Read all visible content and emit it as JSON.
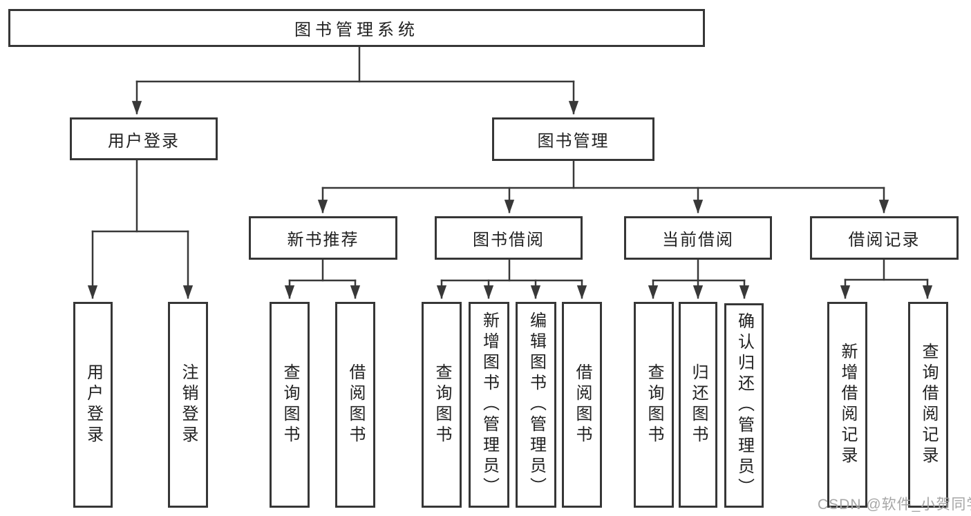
{
  "diagram_title": "图书管理系统",
  "tree": {
    "root": "图书管理系统",
    "children": [
      {
        "label": "用户登录",
        "children": [
          {
            "label": "用户登录"
          },
          {
            "label": "注销登录"
          }
        ]
      },
      {
        "label": "图书管理",
        "children": [
          {
            "label": "新书推荐",
            "children": [
              {
                "label": "查询图书"
              },
              {
                "label": "借阅图书"
              }
            ]
          },
          {
            "label": "图书借阅",
            "children": [
              {
                "label": "查询图书"
              },
              {
                "label": "新增图书（管理员）"
              },
              {
                "label": "编辑图书（管理员）"
              },
              {
                "label": "借阅图书"
              }
            ]
          },
          {
            "label": "当前借阅",
            "children": [
              {
                "label": "查询图书"
              },
              {
                "label": "归还图书"
              },
              {
                "label": "确认归还（管理员）"
              }
            ]
          },
          {
            "label": "借阅记录",
            "children": [
              {
                "label": "新增借阅记录"
              },
              {
                "label": "查询借阅记录"
              }
            ]
          }
        ]
      }
    ]
  },
  "watermark": "CSDN @软件_小贺同学",
  "colors": {
    "line": "#383838",
    "box_border": "#363636",
    "text": "#212121",
    "watermark": "#a6a6a6",
    "background": "#ffffff"
  }
}
